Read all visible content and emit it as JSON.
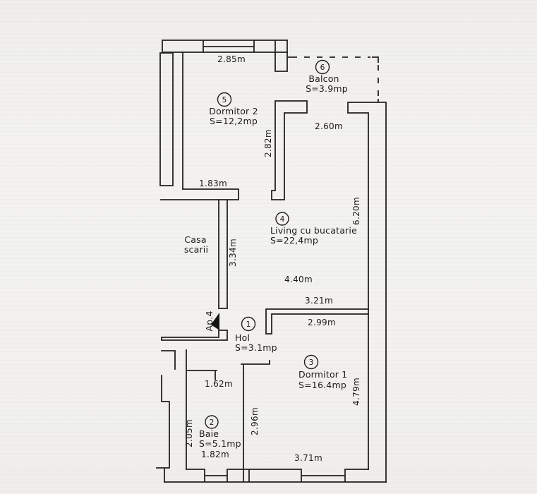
{
  "plan": {
    "rooms": [
      {
        "id": "1",
        "name": "Hol",
        "area": "S=3.1mp"
      },
      {
        "id": "2",
        "name": "Baie",
        "area": "S=5.1mp"
      },
      {
        "id": "3",
        "name": "Dormitor 1",
        "area": "S=16.4mp"
      },
      {
        "id": "4",
        "name": "Living cu bucatarie",
        "area": "S=22,4mp"
      },
      {
        "id": "5",
        "name": "Dormitor 2",
        "area": "S=12,2mp"
      },
      {
        "id": "6",
        "name": "Balcon",
        "area": "S=3.9mp"
      }
    ],
    "annotations": {
      "staircase_line1": "Casa",
      "staircase_line2": "scarii",
      "entrance": "Ap.4"
    },
    "dimensions": {
      "dormitor2_top": "2.85m",
      "dormitor2_bottom": "1.83m",
      "chimney_wall": "2.82m",
      "balcon_width": "2.60m",
      "living_right": "6.20m",
      "scarii_wall": "3.34m",
      "living_width": "4.40m",
      "living_bottom": "3.21m",
      "dormitor1_top": "2.99m",
      "dormitor1_right": "4.79m",
      "dormitor1_bottom": "3.71m",
      "dormitor1_left": "2.96m",
      "baie_top": "1.62m",
      "baie_left": "2.05m",
      "baie_bottom": "1.82m"
    },
    "colors": {
      "ink": "#22211f",
      "paper": "#f2f1ee"
    }
  }
}
